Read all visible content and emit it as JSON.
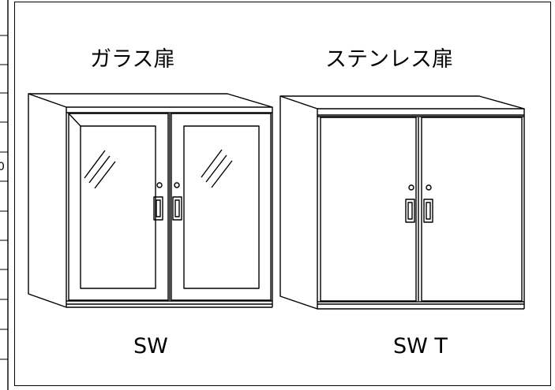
{
  "cabinets": [
    {
      "title": "ガラス扉",
      "model": "SW"
    },
    {
      "title": "ステンレス扉",
      "model": "SW T"
    }
  ],
  "left_table": {
    "edge_char": "0"
  },
  "colors": {
    "line": "#000000",
    "background": "#ffffff"
  }
}
